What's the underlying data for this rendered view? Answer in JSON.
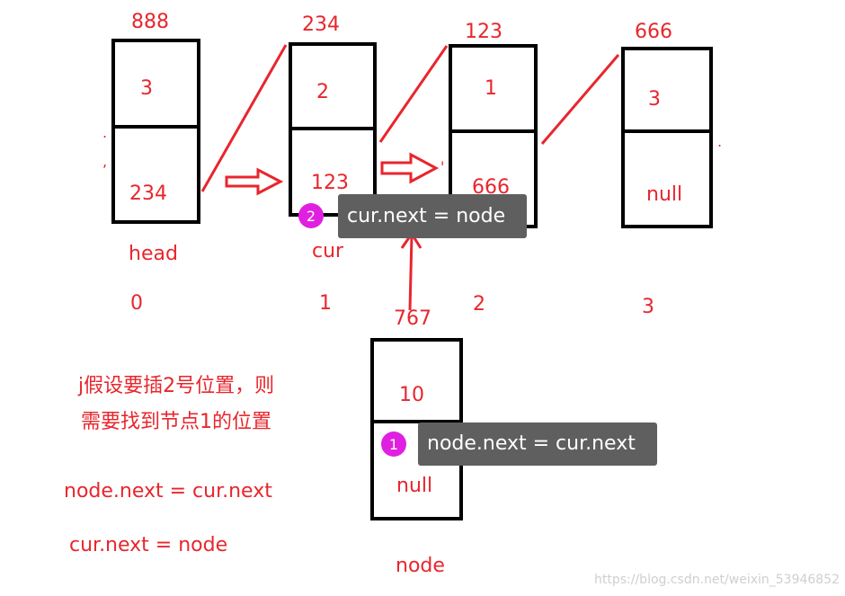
{
  "nodes": [
    {
      "address": "888",
      "value": "3",
      "next": "234",
      "label": "head",
      "index": "0"
    },
    {
      "address": "234",
      "value": "2",
      "next": "123",
      "label": "cur",
      "index": "1"
    },
    {
      "address": "123",
      "value": "1",
      "next": "666",
      "label": "",
      "index": "2"
    },
    {
      "address": "666",
      "value": "3",
      "next": "null",
      "label": "",
      "index": "3"
    }
  ],
  "new_node": {
    "address": "767",
    "value": "10",
    "next": "null",
    "label": "node"
  },
  "tooltips": {
    "step1": {
      "badge": "1",
      "text": "node.next = cur.next"
    },
    "step2": {
      "badge": "2",
      "text": "cur.next = node"
    }
  },
  "notes": {
    "line1": "j假设要插2号位置，则",
    "line2": "需要找到节点1的位置",
    "code1": "node.next = cur.next",
    "code2": "cur.next = node"
  },
  "watermark": "https://blog.csdn.net/weixin_53946852",
  "colors": {
    "annotation": "#e8262d",
    "box": "#000000",
    "tooltip": "#5f5f5f",
    "badge": "#e020e0"
  }
}
